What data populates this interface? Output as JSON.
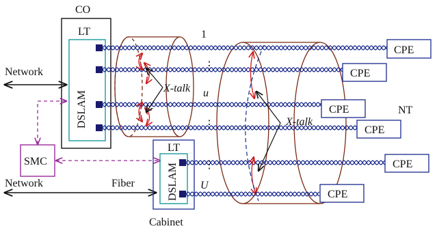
{
  "labels": {
    "co": "CO",
    "lt_co": "LT",
    "dslam_co": "DSLAM",
    "network_co": "Network",
    "smc": "SMC",
    "lt_cab": "LT",
    "dslam_cab": "DSLAM",
    "network_cab": "Network",
    "fiber": "Fiber",
    "cabinet": "Cabinet",
    "nt": "NT",
    "xtalk1": "X-talk",
    "xtalk2": "X-talk",
    "index_1": "1",
    "index_u": "u",
    "index_U": "U",
    "dots1": "⋮",
    "dots2": "⋮",
    "dots3": "⋮"
  },
  "cpe_labels": [
    "CPE",
    "CPE",
    "CPE",
    "CPE",
    "CPE",
    "CPE"
  ],
  "colors": {
    "line": "#111111",
    "twisted_pair": "#1a2a8c",
    "cable_outline": "#7a2a14",
    "crosstalk_arrow": "#cc1a1a",
    "lt_box": "#1a9a9a",
    "cabinet_box": "#2a3a9a",
    "port": "#1a1a6e",
    "smc_box": "#9a2a9a",
    "control_link": "#9a2a9a",
    "cpe_box": "#1a2a8c"
  }
}
